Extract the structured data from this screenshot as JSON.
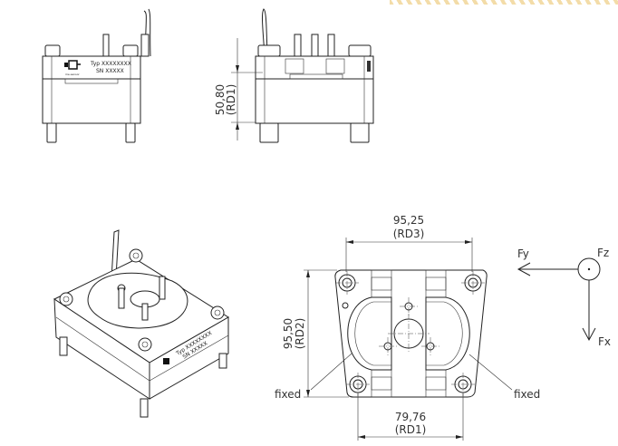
{
  "front_view": {
    "label_type": "Typ XXXXXXXX",
    "label_sn": "SN XXXXX",
    "logo_text": "me-sensor"
  },
  "side_view": {
    "dimension_value": "50,80",
    "dimension_ref": "(RD1)"
  },
  "iso_view": {
    "label_type": "Typ XXXXXXXX",
    "label_sn": "SN XXXXX"
  },
  "plan_view": {
    "top_dimension_value": "95,25",
    "top_dimension_ref": "(RD3)",
    "left_dimension_value": "95,50",
    "left_dimension_ref": "(RD2)",
    "bottom_dimension_value": "79,76",
    "bottom_dimension_ref": "(RD1)",
    "fixed_left": "fixed",
    "fixed_right": "fixed"
  },
  "coordinate_system": {
    "fy": "Fy",
    "fz": "Fz",
    "fx": "Fx"
  }
}
